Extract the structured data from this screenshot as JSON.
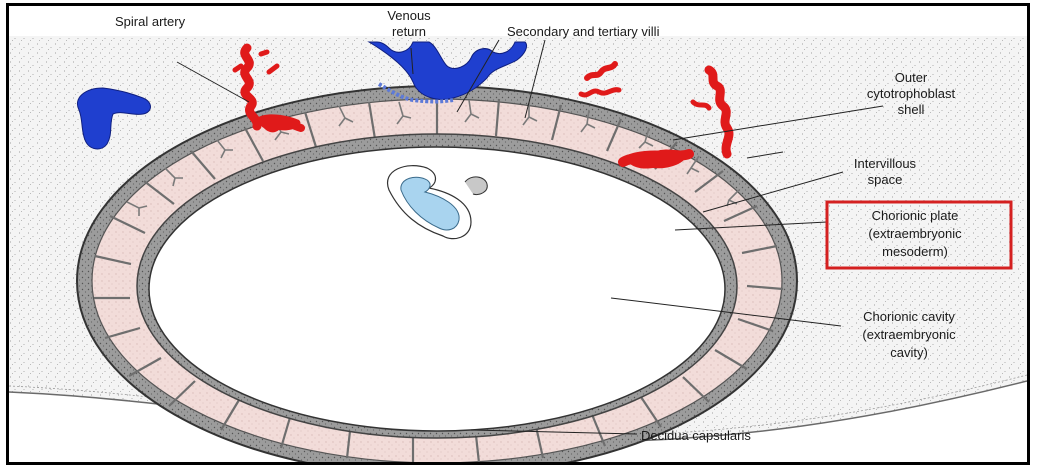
{
  "labels": {
    "spiral_artery": "Spiral artery",
    "venous_return_1": "Venous",
    "venous_return_2": "return",
    "secondary_tertiary_villi": "Secondary and tertiary villi",
    "outer_shell_1": "Outer",
    "outer_shell_2": "cytotrophoblast",
    "outer_shell_3": "shell",
    "intervillous_1": "Intervillous",
    "intervillous_2": "space",
    "chorionic_plate_1": "Chorionic plate",
    "chorionic_plate_2": "(extraembryonic",
    "chorionic_plate_3": "mesoderm)",
    "chorionic_cavity_1": "Chorionic cavity",
    "chorionic_cavity_2": "(extraembryonic",
    "chorionic_cavity_3": "cavity)",
    "decidua_capsularis": "Decidua capsularis"
  },
  "colors": {
    "artery_red": "#e01a1a",
    "vein_blue": "#1f3fcf",
    "embryo_blue": "#a9d4ef",
    "villi_pink": "#f2dcd9",
    "shell_gray": "#8a8a8a",
    "highlight_box": "#d42020"
  }
}
